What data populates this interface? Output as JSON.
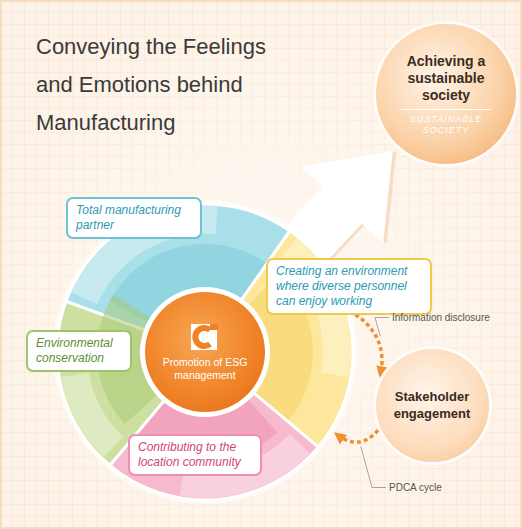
{
  "diagram": {
    "title": "Conveying the Feelings and Emotions behind Manufacturing",
    "nodes": [
      {
        "text": [
          "Achieving a sustainable society",
          "SUSTAINABLE SOCIETY"
        ]
      },
      {
        "text": [
          "Total manufacturing partner"
        ]
      },
      {
        "text": [
          "Creating an environment where diverse personnel can enjoy working"
        ]
      },
      {
        "text": [
          "Environmental conservation"
        ]
      },
      {
        "text": [
          "Promotion of ESG management"
        ]
      },
      {
        "text": [
          "Contributing to the location community"
        ]
      },
      {
        "text": [
          "Stakeholder engagement"
        ]
      }
    ],
    "edges": [
      {
        "from": 4,
        "to": 0,
        "arrow": "to"
      },
      {
        "from": 4,
        "to": 6,
        "arrow": "to",
        "label": "Information disclosure"
      },
      {
        "from": 6,
        "to": 4,
        "arrow": "to",
        "label": "PDCA cycle"
      }
    ]
  }
}
